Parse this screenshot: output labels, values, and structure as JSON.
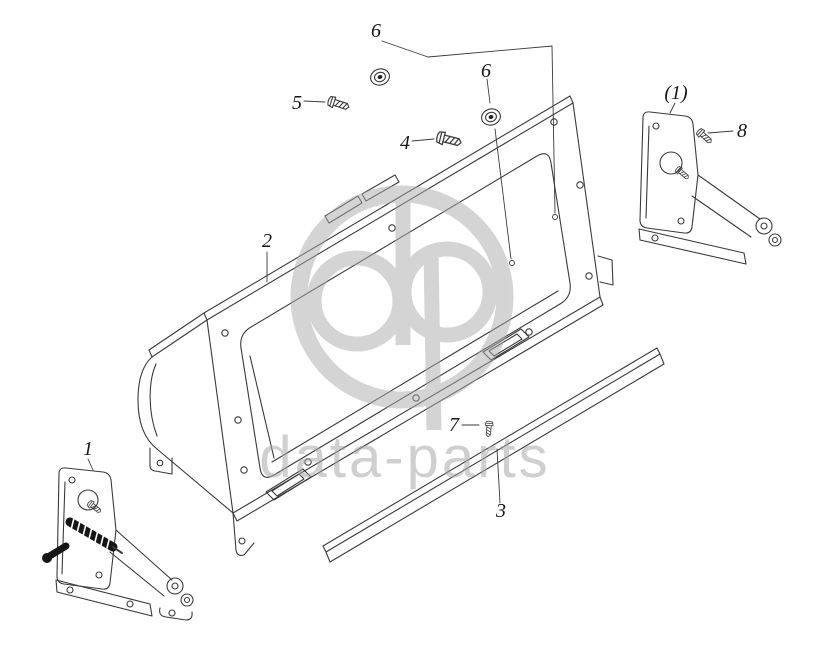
{
  "diagram": {
    "watermark": {
      "text": "data-parts",
      "logo": "dp-circle-logo",
      "color": "#b3b3b3"
    },
    "line_color": "#3a3a3a",
    "callouts": [
      "6",
      "5",
      "6",
      "4",
      "2",
      "(1)",
      "8",
      "1",
      "7",
      "3"
    ]
  }
}
